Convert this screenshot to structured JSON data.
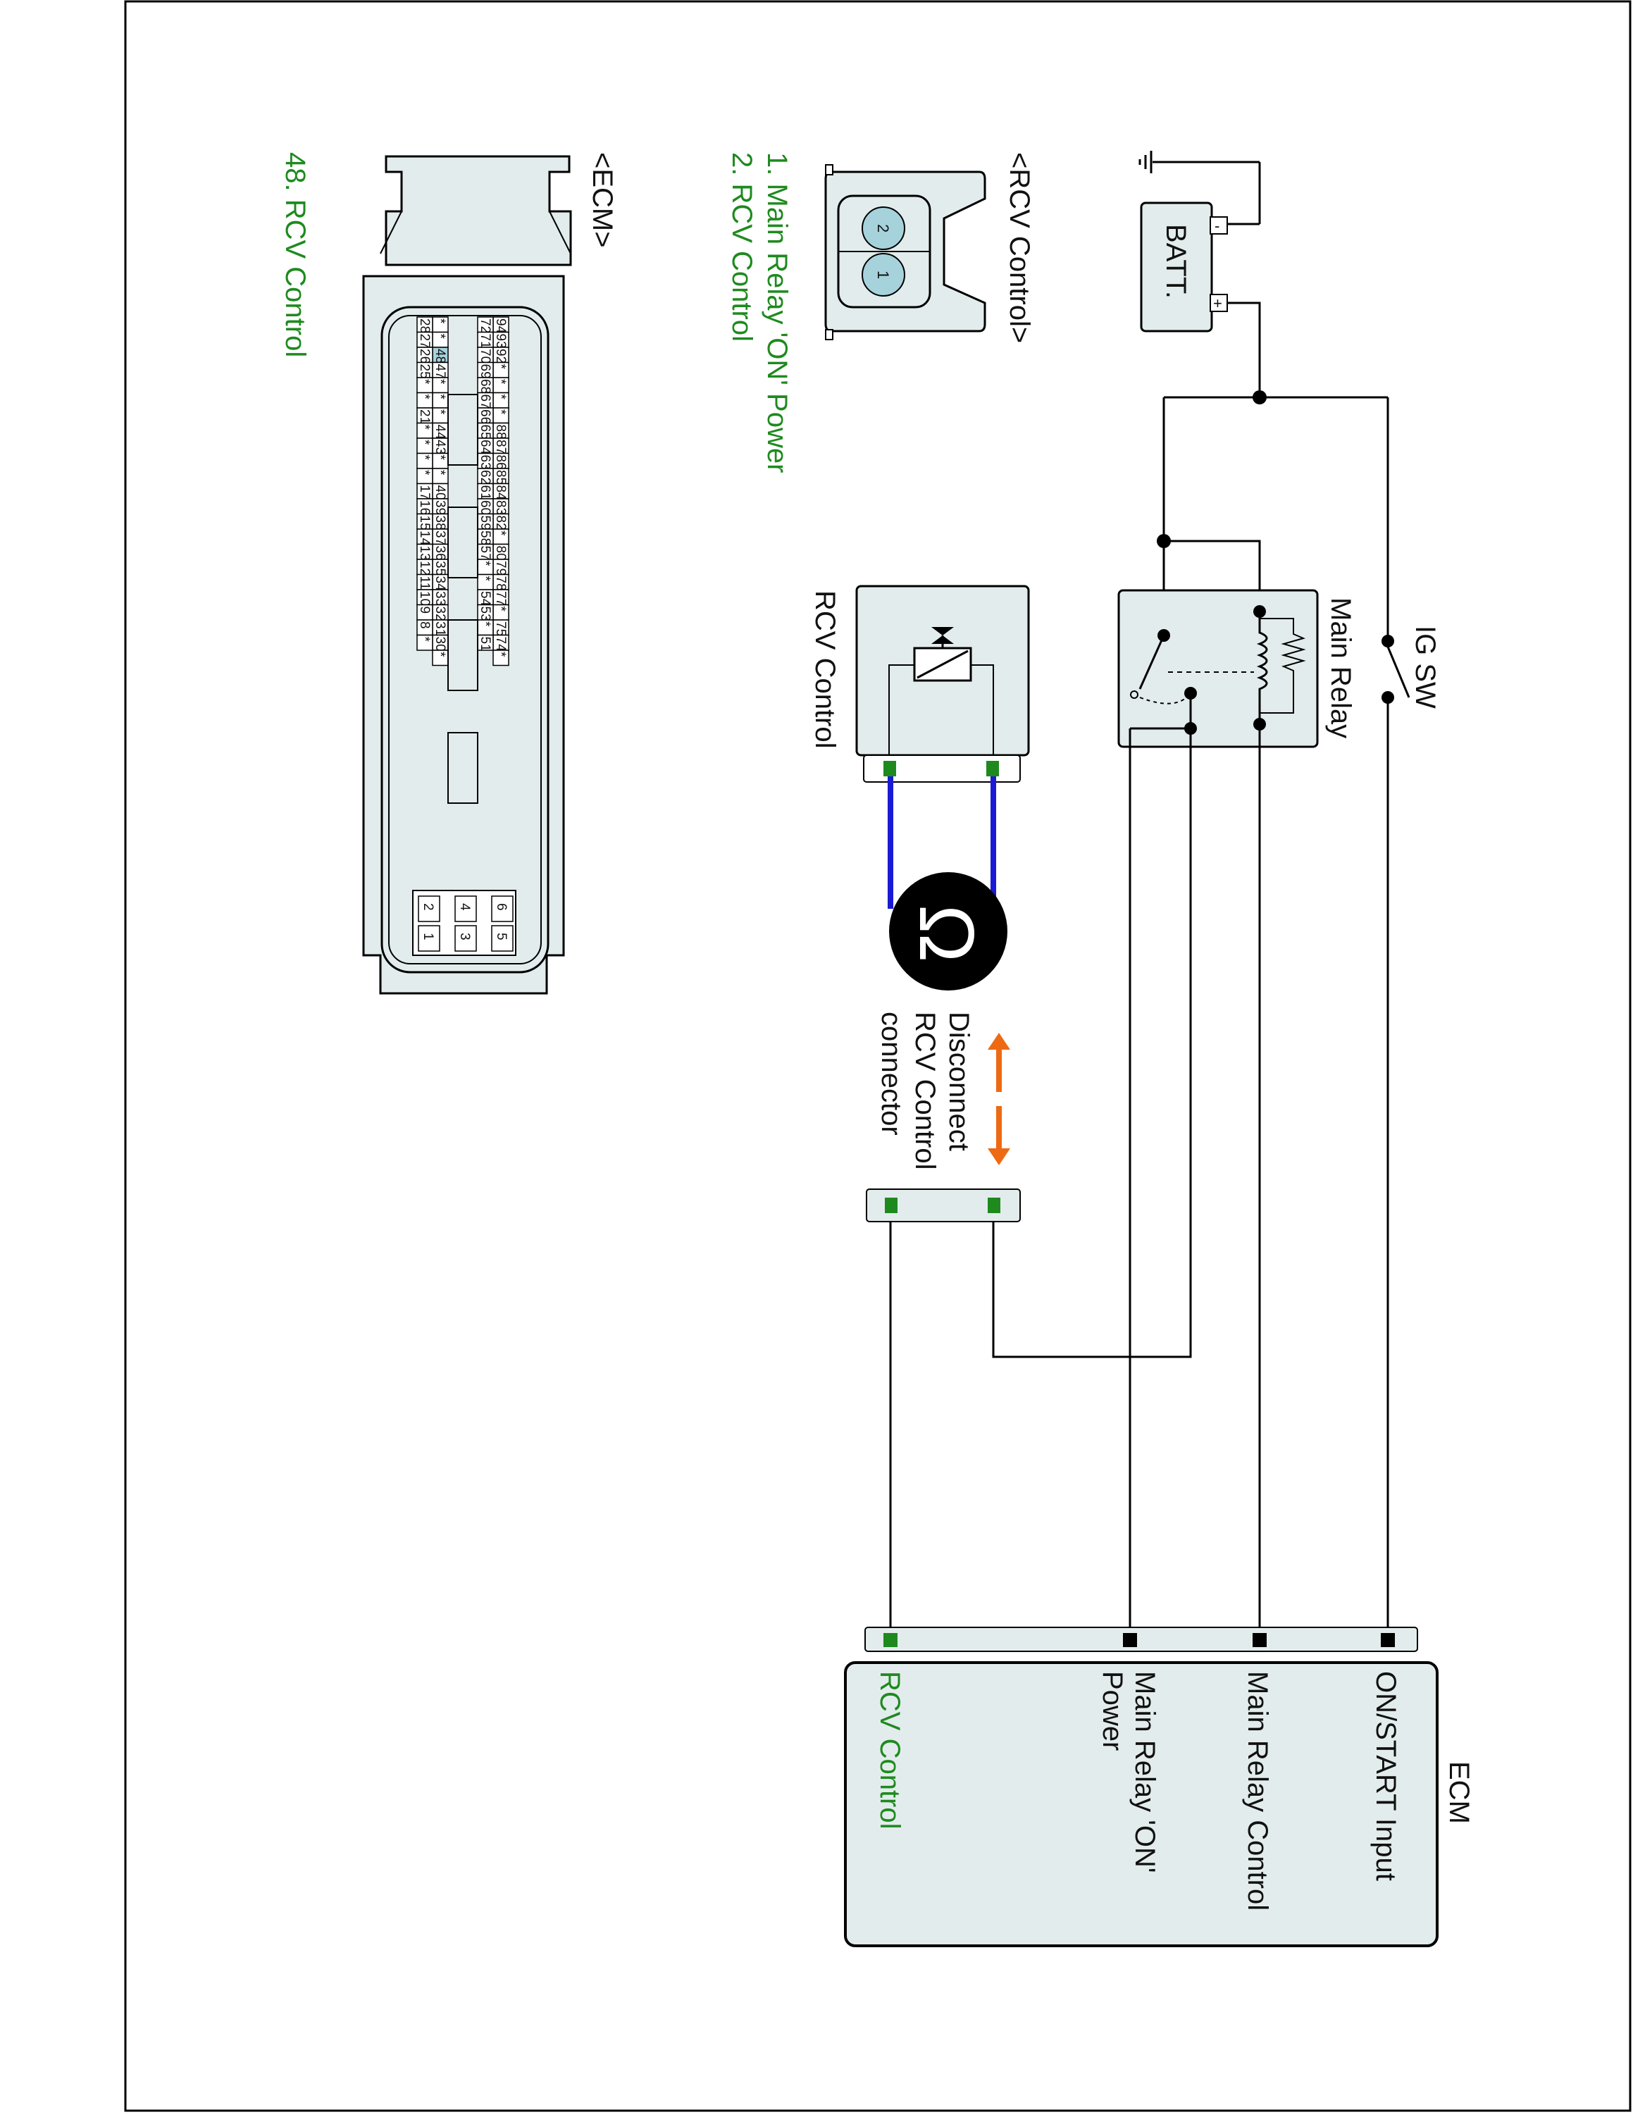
{
  "labels": {
    "ig_sw": "IG SW",
    "batt": "BATT.",
    "batt_plus": "+",
    "batt_minus": "-",
    "main_relay": "Main Relay",
    "rcv_control_component": "RCV Control",
    "ohm_symbol": "Ω",
    "disconnect_note": [
      "Disconnect",
      "RCV Control",
      "connector"
    ],
    "ecm_box_title": "ECM",
    "ecm_pins": [
      "ON/START Input",
      "Main Relay Control",
      "Main Relay 'ON'",
      "Power",
      "RCV Control"
    ],
    "rcv_connector_title": "<RCV Control>",
    "rcv_connector_pins": [
      "2",
      "1"
    ],
    "rcv_pin_functions": [
      "1. Main Relay 'ON' Power",
      "2. RCV Control"
    ],
    "ecm_connector_title": "<ECM>",
    "ecm_pin_function": "48. RCV Control"
  },
  "ecm_connector": {
    "top_row_a": [
      "94",
      "93",
      "92",
      "*",
      "*",
      "*",
      "*",
      "88",
      "87",
      "86",
      "85",
      "84",
      "83",
      "82",
      "*",
      "80",
      "79",
      "78",
      "77",
      "*",
      "75",
      "74",
      "*"
    ],
    "top_row_b": [
      "72",
      "71",
      "70",
      "69",
      "68",
      "67",
      "66",
      "65",
      "64",
      "63",
      "62",
      "61",
      "60",
      "59",
      "58",
      "57",
      "*",
      "*",
      "54",
      "53",
      "*",
      "51"
    ],
    "bottom_row_a": [
      "*",
      "*",
      "48",
      "47",
      "*",
      "*",
      "*",
      "44",
      "43",
      "*",
      "*",
      "40",
      "39",
      "38",
      "37",
      "36",
      "35",
      "34",
      "33",
      "32",
      "31",
      "30",
      "*"
    ],
    "bottom_row_b": [
      "28",
      "27",
      "26",
      "25",
      "*",
      "*",
      "21",
      "*",
      "*",
      "*",
      "*",
      "17",
      "16",
      "15",
      "14",
      "13",
      "12",
      "11",
      "10",
      "9",
      "8",
      "*"
    ],
    "highlighted_pin": "48",
    "power_pins": [
      [
        "6",
        "5"
      ],
      [
        "4",
        "3"
      ],
      [
        "2",
        "1"
      ]
    ]
  },
  "colors": {
    "pin_highlight": "#a6d2dc",
    "label_green": "#1e8a1e",
    "test_lead_blue": "#1a1ad6",
    "arrow_orange": "#ee6a12",
    "component_fill": "#e3ecec"
  }
}
